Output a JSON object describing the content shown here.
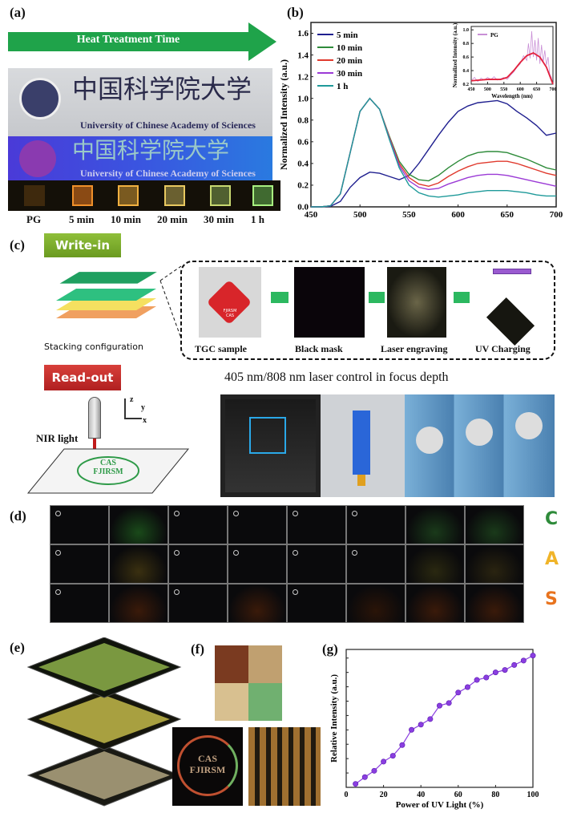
{
  "panel_labels": {
    "a": "(a)",
    "b": "(b)",
    "c": "(c)",
    "d": "(d)",
    "e": "(e)",
    "f": "(f)",
    "g": "(g)"
  },
  "panel_a": {
    "arrow_label": "Heat Treatment Time",
    "arrow_color": "#1fa34a",
    "chinese_text": "中国科学院大学",
    "university": "University of Chinese Academy of Sciences",
    "samples": [
      "PG",
      "5 min",
      "10 min",
      "20 min",
      "30 min",
      "1 h"
    ]
  },
  "chart_data": [
    {
      "type": "line",
      "panel": "b",
      "ylabel": "Normalized Intensity (a.u.)",
      "xlabel": "",
      "xlim": [
        450,
        700
      ],
      "ylim": [
        0,
        1.7
      ],
      "xticks": [
        450,
        500,
        550,
        600,
        650,
        700
      ],
      "yticks": [
        0.0,
        0.2,
        0.4,
        0.6,
        0.8,
        1.0,
        1.2,
        1.4,
        1.6
      ],
      "legend_position": "top-left",
      "x": [
        450,
        460,
        470,
        480,
        490,
        500,
        510,
        520,
        530,
        540,
        550,
        560,
        570,
        580,
        590,
        600,
        610,
        620,
        630,
        640,
        650,
        660,
        670,
        680,
        690,
        700
      ],
      "series": [
        {
          "name": "5 min",
          "color": "#1f1f8f",
          "values": [
            0,
            0,
            0.005,
            0.05,
            0.18,
            0.27,
            0.32,
            0.31,
            0.28,
            0.25,
            0.29,
            0.4,
            0.53,
            0.66,
            0.78,
            0.88,
            0.93,
            0.96,
            0.97,
            0.98,
            0.95,
            0.88,
            0.82,
            0.75,
            0.66,
            0.68
          ]
        },
        {
          "name": "10 min",
          "color": "#2e8b3a",
          "values": [
            0,
            0,
            0.01,
            0.12,
            0.5,
            0.88,
            1.0,
            0.9,
            0.65,
            0.42,
            0.3,
            0.25,
            0.24,
            0.29,
            0.36,
            0.42,
            0.47,
            0.5,
            0.51,
            0.51,
            0.5,
            0.47,
            0.44,
            0.4,
            0.36,
            0.34
          ]
        },
        {
          "name": "20 min",
          "color": "#e03a2e",
          "values": [
            0,
            0,
            0.01,
            0.12,
            0.5,
            0.88,
            1.0,
            0.9,
            0.64,
            0.4,
            0.27,
            0.21,
            0.19,
            0.22,
            0.28,
            0.33,
            0.37,
            0.4,
            0.41,
            0.42,
            0.42,
            0.4,
            0.37,
            0.34,
            0.31,
            0.29
          ]
        },
        {
          "name": "30 min",
          "color": "#9b3ad6",
          "values": [
            0,
            0,
            0.01,
            0.12,
            0.5,
            0.88,
            1.0,
            0.9,
            0.63,
            0.38,
            0.24,
            0.18,
            0.16,
            0.17,
            0.21,
            0.24,
            0.27,
            0.29,
            0.3,
            0.3,
            0.29,
            0.27,
            0.25,
            0.23,
            0.21,
            0.19
          ]
        },
        {
          "name": "1 h",
          "color": "#1f9a9a",
          "values": [
            0,
            0,
            0.01,
            0.12,
            0.5,
            0.88,
            1.0,
            0.9,
            0.62,
            0.36,
            0.2,
            0.13,
            0.1,
            0.09,
            0.1,
            0.11,
            0.13,
            0.14,
            0.15,
            0.15,
            0.15,
            0.14,
            0.13,
            0.11,
            0.1,
            0.1
          ]
        }
      ]
    },
    {
      "type": "line",
      "panel": "b-inset",
      "xlabel": "Wavelength (nm)",
      "ylabel": "Normalized Intensity (a.u.)",
      "xlim": [
        450,
        700
      ],
      "ylim": [
        0.2,
        1.05
      ],
      "xticks": [
        450,
        500,
        550,
        600,
        650,
        700
      ],
      "yticks": [
        0.2,
        0.4,
        0.6,
        0.8,
        1.0
      ],
      "legend_position": "top-left",
      "series": [
        {
          "name": "PG",
          "color": "#c98fd6",
          "x": [
            450,
            460,
            470,
            480,
            490,
            500,
            510,
            520,
            530,
            540,
            550,
            560,
            570,
            580,
            590,
            600,
            610,
            620,
            625,
            630,
            635,
            640,
            645,
            650,
            655,
            660,
            665,
            670,
            675,
            680,
            685,
            690,
            695,
            700
          ],
          "values": [
            0.25,
            0.3,
            0.24,
            0.29,
            0.26,
            0.3,
            0.27,
            0.31,
            0.26,
            0.28,
            0.3,
            0.27,
            0.33,
            0.38,
            0.45,
            0.5,
            0.62,
            0.55,
            0.8,
            0.58,
            0.98,
            0.6,
            0.85,
            0.55,
            0.88,
            0.5,
            0.78,
            0.52,
            0.7,
            0.48,
            0.6,
            0.35,
            0.3,
            0.2
          ]
        },
        {
          "color": "#e3203c",
          "x": [
            450,
            500,
            540,
            560,
            580,
            600,
            620,
            640,
            660,
            680,
            700
          ],
          "values": [
            0.25,
            0.27,
            0.27,
            0.3,
            0.4,
            0.52,
            0.62,
            0.66,
            0.6,
            0.45,
            0.2
          ]
        }
      ]
    },
    {
      "type": "line",
      "panel": "g",
      "xlabel": "Power of UV Light (%)",
      "ylabel": "Relative Intensity (a.u.)",
      "xlim": [
        0,
        100
      ],
      "ylim": [
        0,
        1.04
      ],
      "xticks": [
        0,
        20,
        40,
        60,
        80,
        100
      ],
      "ytick_labels": "none",
      "color": "#8a3ee0",
      "x": [
        5,
        10,
        15,
        20,
        25,
        30,
        35,
        40,
        45,
        50,
        55,
        60,
        65,
        70,
        75,
        80,
        85,
        90,
        95,
        100
      ],
      "values": [
        0.026,
        0.077,
        0.125,
        0.194,
        0.238,
        0.319,
        0.434,
        0.473,
        0.515,
        0.616,
        0.636,
        0.715,
        0.756,
        0.81,
        0.828,
        0.867,
        0.885,
        0.923,
        0.956,
        0.994
      ]
    }
  ],
  "panel_c": {
    "write_in": "Write-in",
    "read_out": "Read-out",
    "stacking": "Stacking configuration",
    "steps": [
      "TGC sample",
      "Black mask",
      "Laser engraving",
      "UV Charging"
    ],
    "logo_text": "FJIRSM CAS",
    "heading": "405 nm/808 nm laser control in focus depth",
    "nir": "NIR light",
    "axes": {
      "z": "z",
      "y": "y",
      "x": "x"
    },
    "plate_text": [
      "CAS",
      "FJIRSM"
    ]
  },
  "panel_d": {
    "letters": [
      {
        "text": "C",
        "color": "#2e8b3a"
      },
      {
        "text": "A",
        "color": "#f0b429"
      },
      {
        "text": "S",
        "color": "#e8731e"
      }
    ]
  },
  "panel_f": {
    "circle_text": [
      "CAS",
      "FJIRSM"
    ]
  }
}
